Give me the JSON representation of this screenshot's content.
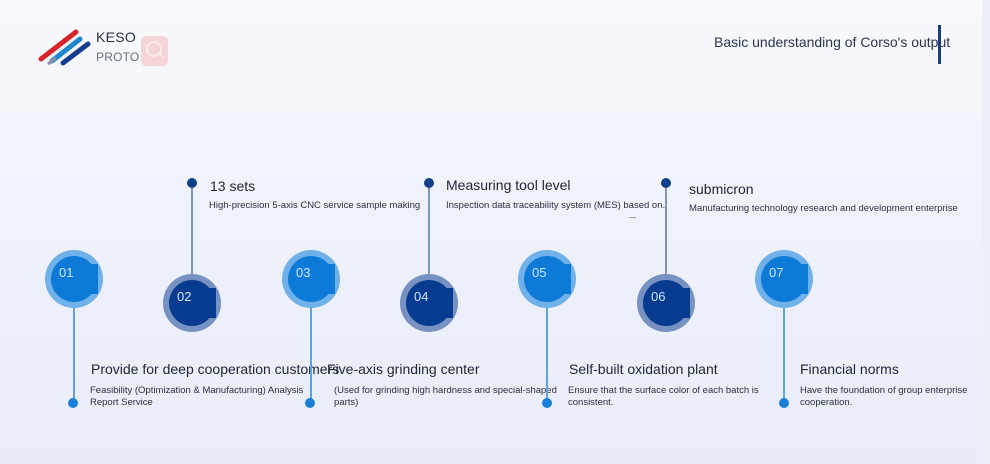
{
  "header": {
    "logo_line1": "KESO",
    "logo_line2": "PROTO",
    "title": "Basic understanding of Corso's output"
  },
  "icons": {
    "search": "search-icon",
    "logo": "logo-stripes-icon"
  },
  "colors": {
    "accent_light": "#0d7ad8",
    "accent_dark": "#073b8f",
    "ring_light": "#6fb1e8",
    "ring_dark": "#7791c2",
    "logo_red": "#d8252a",
    "logo_blue": "#1f86d0",
    "logo_navy": "#153e8e"
  },
  "timeline": [
    {
      "num": "01",
      "title": "Provide for deep cooperation customers",
      "desc": "Feasibility (Optimization & Manufacturing) Analysis Report Service"
    },
    {
      "num": "02",
      "title": "13 sets",
      "desc": "High-precision 5-axis CNC service sample making"
    },
    {
      "num": "03",
      "title": "Five-axis grinding center",
      "desc": "(Used for grinding high hardness and special-shaped parts)"
    },
    {
      "num": "04",
      "title": "Measuring tool level",
      "desc": "Inspection data traceability system (MES) based on."
    },
    {
      "num": "05",
      "title": "Self-built oxidation plant",
      "desc": "Ensure that the surface color of each batch is consistent."
    },
    {
      "num": "06",
      "title": "submicron",
      "desc": "Manufacturing technology research and development enterprise"
    },
    {
      "num": "07",
      "title": "Financial norms",
      "desc": "Have the foundation of group enterprise cooperation."
    }
  ]
}
